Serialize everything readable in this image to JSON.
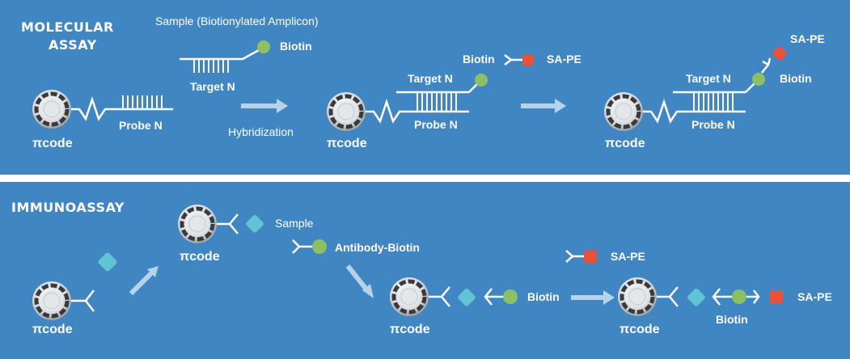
{
  "molecular": {
    "title_line1": "MOLECULAR",
    "title_line2": "ASSAY",
    "sample_label": "Sample (Biotionylated Amplicon)",
    "biotin": "Biotin",
    "target_n": "Target N",
    "probe_n": "Probe N",
    "picode": "πcode",
    "hybridization": "Hybridization",
    "sa_pe": "SA-PE"
  },
  "immuno": {
    "title": "IMMUNOASSAY",
    "picode": "πcode",
    "sample": "Sample",
    "antibody_biotin": "Antibody-Biotin",
    "biotin": "Biotin",
    "sa_pe": "SA-PE"
  },
  "colors": {
    "panel_bg": "#3f86c3",
    "biotin_green": "#8cc063",
    "sa_pe_red": "#e8513a",
    "antigen_cyan": "#5fc4d3",
    "arrow": "#b7d3ea"
  }
}
